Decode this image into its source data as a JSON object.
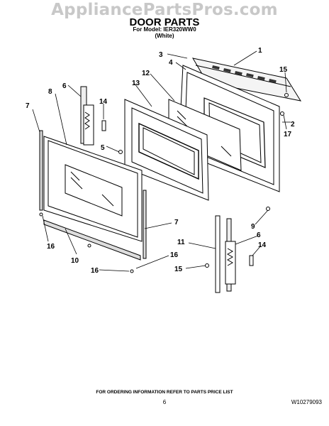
{
  "watermark": "AppliancePartsPros.com",
  "header": {
    "title": "DOOR PARTS",
    "model_line": "For Model: IER320WW0",
    "variant": "(White)"
  },
  "callouts": [
    "1",
    "2",
    "3",
    "4",
    "5",
    "6",
    "7",
    "8",
    "9",
    "10",
    "11",
    "12",
    "13",
    "14",
    "15",
    "16",
    "17"
  ],
  "footer": {
    "order_note": "FOR ORDERING INFORMATION REFER TO PARTS PRICE LIST",
    "page_number": "6",
    "document_number": "W10279093"
  }
}
